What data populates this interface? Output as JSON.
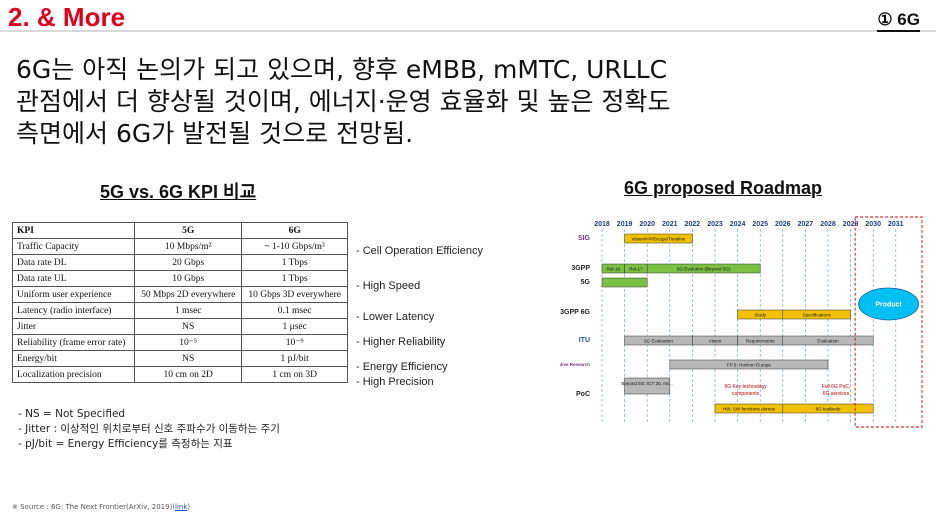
{
  "header": {
    "title": "2. & More",
    "section_tag": "① 6G"
  },
  "headline": [
    "6G는 아직 논의가 되고 있으며, 향후 eMBB, mMTC, URLLC",
    "관점에서 더 향상될 것이며, 에너지·운영 효율화 및 높은 정확도",
    "측면에서 6G가 발전될 것으로 전망됨."
  ],
  "kpi_section": {
    "title": "5G vs. 6G KPI 비교",
    "columns": [
      "KPI",
      "5G",
      "6G"
    ],
    "rows": [
      [
        "Traffic Capacity",
        "10 Mbps/m²",
        "~ 1-10 Gbps/m³"
      ],
      [
        "Data rate DL",
        "20 Gbps",
        "1 Tbps"
      ],
      [
        "Data rate UL",
        "10 Gbps",
        "1 Tbps"
      ],
      [
        "Uniform user experience",
        "50 Mbps 2D everywhere",
        "10 Gbps 3D everywhere"
      ],
      [
        "Latency (radio interface)",
        "1 msec",
        "0.1 msec"
      ],
      [
        "Jitter",
        "NS",
        "1 μsec"
      ],
      [
        "Reliability (frame error rate)",
        "10⁻⁵",
        "10⁻⁹"
      ],
      [
        "Energy/bit",
        "NS",
        "1 pJ/bit"
      ],
      [
        "Localization precision",
        "10 cm on 2D",
        "1 cm on 3D"
      ]
    ],
    "annotations": [
      "- Cell Operation Efficiency",
      "- High Speed",
      "- Lower Latency",
      "- Higher Reliability",
      "- Energy Efficiency",
      "- High Precision"
    ],
    "notes": [
      "- NS = Not Specified",
      "- Jitter : 이상적인 위치로부터 신호 주파수가 이동하는 주기",
      "- pJ/bit = Energy Efficiency를 측정하는 지표"
    ]
  },
  "roadmap": {
    "title": "6G proposed Roadmap",
    "years": [
      "2018",
      "2019",
      "2020",
      "2021",
      "2022",
      "2023",
      "2024",
      "2025",
      "2026",
      "2027",
      "2028",
      "2029",
      "2030",
      "2031"
    ],
    "rows": [
      {
        "label": "SIG",
        "color": "#7b2f8e"
      },
      {
        "label": "3GPP",
        "color": "#222222"
      },
      {
        "label": "5G",
        "color": "#222222"
      },
      {
        "label": "3GPP 6G",
        "color": "#222222"
      },
      {
        "label": "ITU",
        "color": "#1f5aa6"
      },
      {
        "label": "Collaborative Research",
        "color": "#7b2f8e"
      },
      {
        "label": "PoC",
        "color": "#222222"
      }
    ],
    "bars": [
      {
        "row": 0,
        "start": 2019,
        "end": 2022,
        "label": "Vision/KPI/Scope/Timeline",
        "color": "#f2c200"
      },
      {
        "row": 1,
        "start": 2018,
        "end": 2019,
        "label": "Rel-16",
        "color": "#7ac143"
      },
      {
        "row": 1,
        "start": 2019,
        "end": 2020,
        "label": "Rel-17",
        "color": "#7ac143"
      },
      {
        "row": 1,
        "start": 2020,
        "end": 2025,
        "label": "5G Evolution (Beyond 5G)",
        "color": "#7ac143"
      },
      {
        "row": 2,
        "start": 2018,
        "end": 2020,
        "label": "",
        "color": "#7ac143"
      },
      {
        "row": 3,
        "start": 2024,
        "end": 2026,
        "label": "Study",
        "color": "#f2c200"
      },
      {
        "row": 3,
        "start": 2026,
        "end": 2029,
        "label": "Specifications",
        "color": "#f2c200"
      },
      {
        "row": 4,
        "start": 2019,
        "end": 2022,
        "label": "5G Evaluation",
        "color": "#b8b8b8"
      },
      {
        "row": 4,
        "start": 2022,
        "end": 2024,
        "label": "Vision",
        "color": "#b8b8b8"
      },
      {
        "row": 4,
        "start": 2024,
        "end": 2026,
        "label": "Requirements",
        "color": "#b8b8b8"
      },
      {
        "row": 4,
        "start": 2026,
        "end": 2030,
        "label": "Evaluation",
        "color": "#b8b8b8"
      },
      {
        "row": 5,
        "start": 2021,
        "end": 2028,
        "label": "FP 9: Horizon Europe",
        "color": "#b8b8b8"
      },
      {
        "row": 6,
        "start": 2019,
        "end": 2021,
        "label": "Beyond 5G: ICT 20, etc...",
        "color": "#b8b8b8"
      },
      {
        "row": 7,
        "start": 2023,
        "end": 2026,
        "label": "HW, SW functions demos",
        "color": "#f2c200"
      },
      {
        "row": 7,
        "start": 2026,
        "end": 2030,
        "label": "6G testbeds",
        "color": "#f2c200"
      }
    ],
    "red_notes": [
      {
        "year": 2024,
        "lines": [
          "6G Key technology",
          "components"
        ]
      },
      {
        "year": 2028,
        "lines": [
          "Full 6G PoC,",
          "6G services"
        ]
      }
    ],
    "product_label": "Product",
    "product_color": "#00bff3",
    "accent": "#cc0000"
  },
  "source": {
    "text": "※ Source : 6G: The Next Frontier(ArXiv, 2019)(",
    "link": "link",
    "close": ")"
  }
}
